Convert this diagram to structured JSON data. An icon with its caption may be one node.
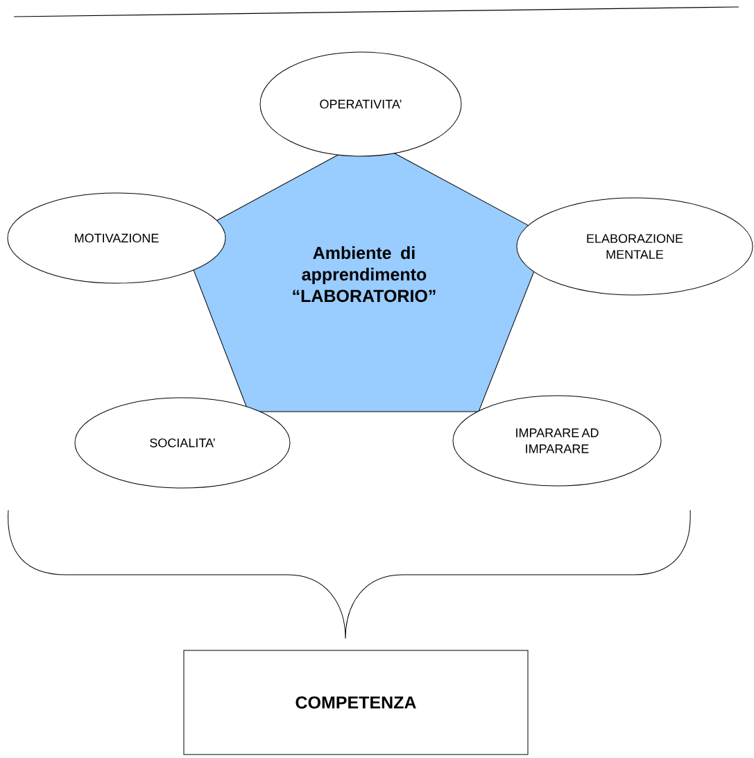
{
  "diagram": {
    "nodes": [
      {
        "text": [
          "OPERATIVITA’"
        ]
      },
      {
        "text": [
          "MOTIVAZIONE"
        ]
      },
      {
        "text": [
          "Ambiente di apprendimento “LABORATORIO”"
        ]
      },
      {
        "text": [
          "ELABORAZIONE MENTALE"
        ]
      },
      {
        "text": [
          "SOCIALITA’"
        ]
      },
      {
        "text": [
          "IMPARARE AD IMPARARE"
        ]
      },
      {
        "text": [
          "COMPETENZA"
        ]
      }
    ]
  }
}
